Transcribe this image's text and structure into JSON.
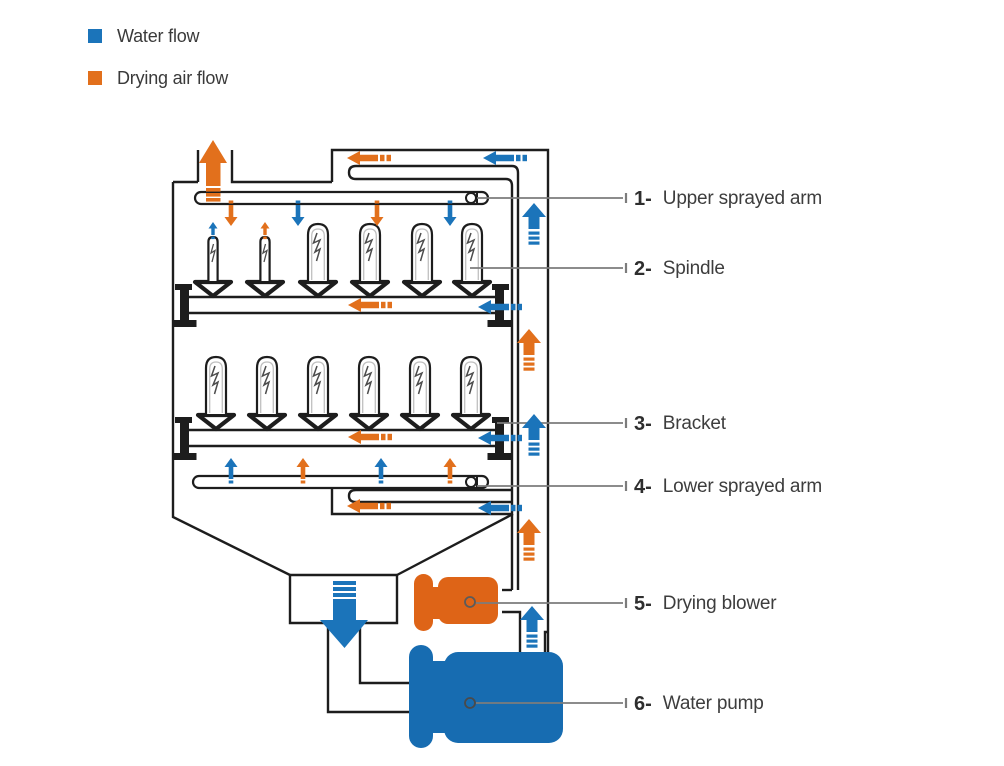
{
  "legend": {
    "items": [
      {
        "label": "Water flow",
        "color": "#1b74ba"
      },
      {
        "label": "Drying air flow",
        "color": "#e2701c"
      }
    ]
  },
  "parts": [
    {
      "num": "1-",
      "label": "Upper sprayed arm"
    },
    {
      "num": "2-",
      "label": "Spindle"
    },
    {
      "num": "3-",
      "label": "Bracket"
    },
    {
      "num": "4-",
      "label": "Lower sprayed arm"
    },
    {
      "num": "5-",
      "label": "Drying blower"
    },
    {
      "num": "6-",
      "label": "Water pump"
    }
  ],
  "colors": {
    "water_flow": "#1b74ba",
    "drying_air_flow": "#e2701c",
    "outline": "#1d1d1d",
    "leader_line": "#7c7c7c",
    "label_text": "#3d3d3d",
    "blower_fill": "#de6417",
    "pump_fill": "#176cb1"
  }
}
